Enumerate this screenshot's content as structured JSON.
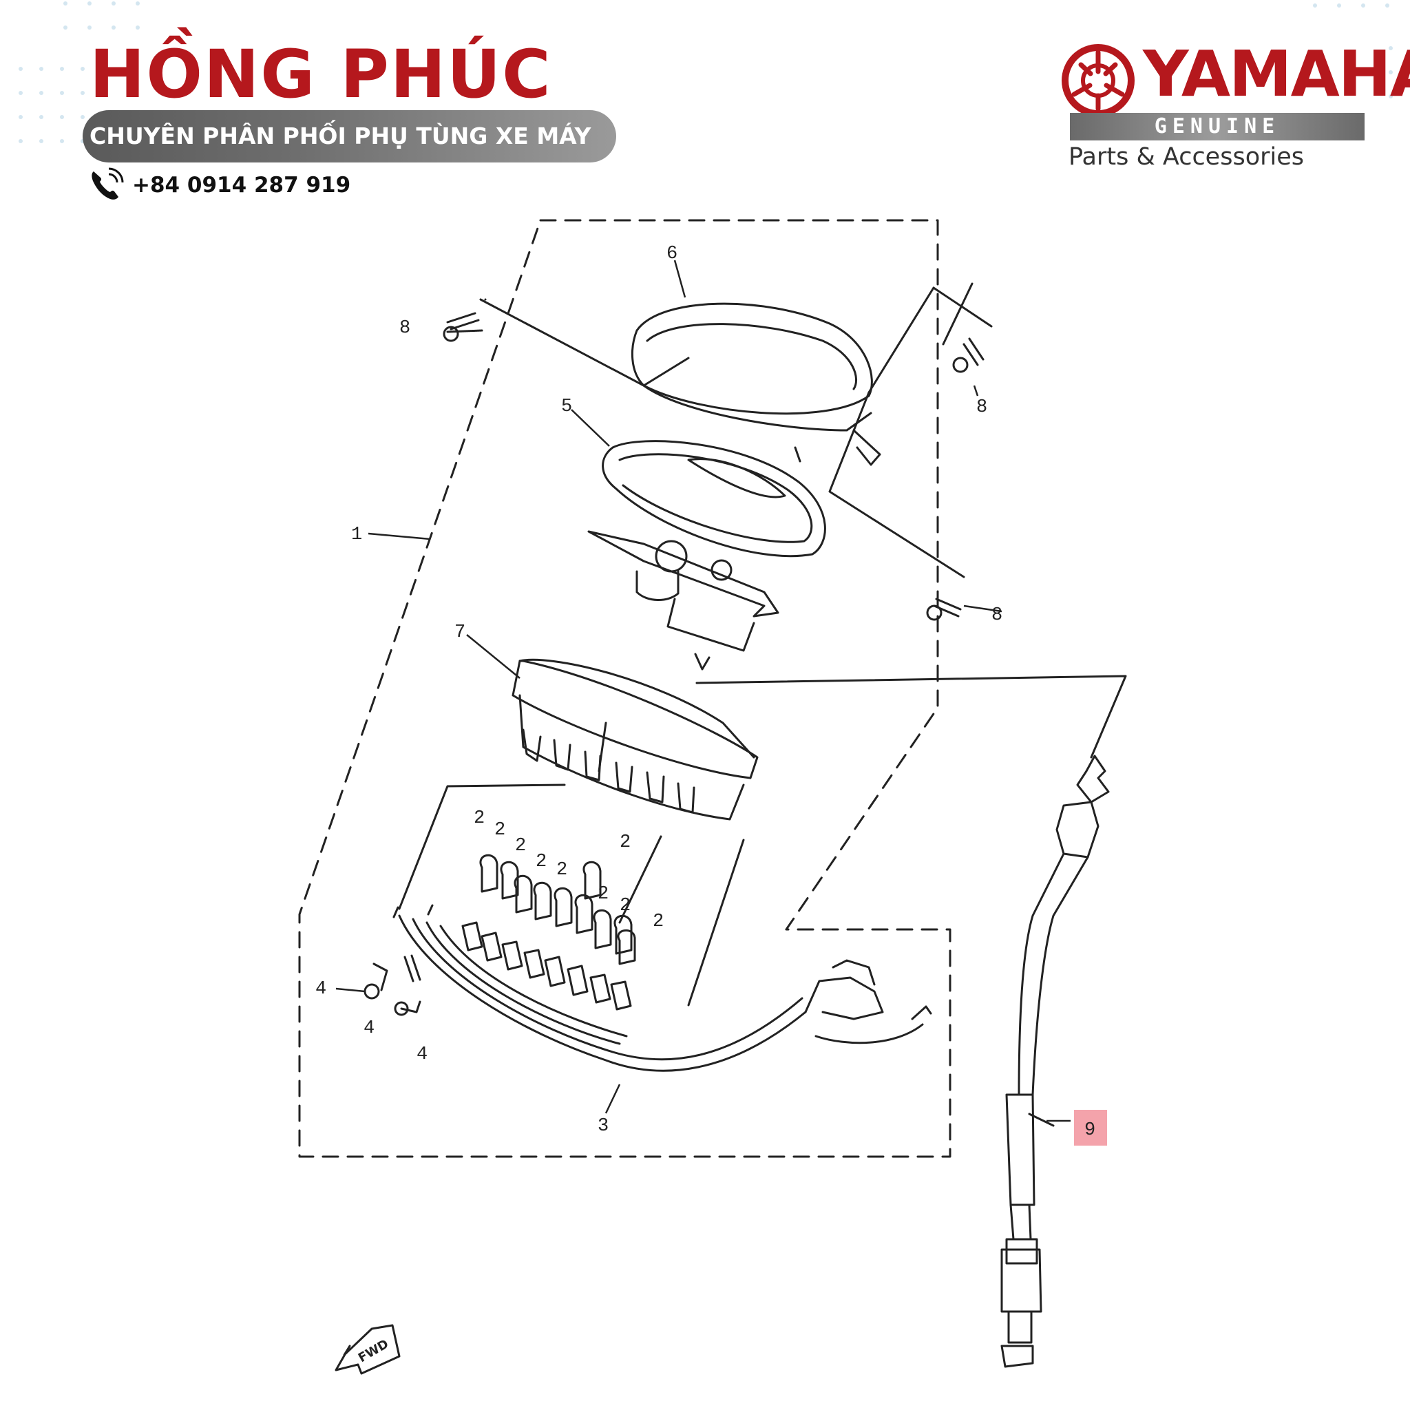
{
  "header": {
    "brand": "HỒNG PHÚC",
    "tagline": "CHUYÊN PHÂN PHỐI PHỤ TÙNG XE MÁY",
    "phone": "+84 0914 287 919",
    "phone_icon": "phone-ringing-icon"
  },
  "logo": {
    "word": "YAMAHA",
    "genuine": "GENUINE",
    "sub": "Parts & Accessories",
    "emblem": "yamaha-tuning-fork-emblem"
  },
  "diagram": {
    "callouts": {
      "c1": "1",
      "c2a": "2",
      "c2b": "2",
      "c2c": "2",
      "c2d": "2",
      "c2e": "2",
      "c2f": "2",
      "c2g": "2",
      "c2h": "2",
      "c2i": "2",
      "c3": "3",
      "c4a": "4",
      "c4b": "4",
      "c4c": "4",
      "c5": "5",
      "c6": "6",
      "c7": "7",
      "c8a": "8",
      "c8b": "8",
      "c8c": "8",
      "c9": "9"
    },
    "highlighted_part": "9",
    "fwd": "FWD"
  },
  "colors": {
    "brand_red": "#b5181d",
    "highlight": "#f4a3ab",
    "line": "#222222"
  }
}
